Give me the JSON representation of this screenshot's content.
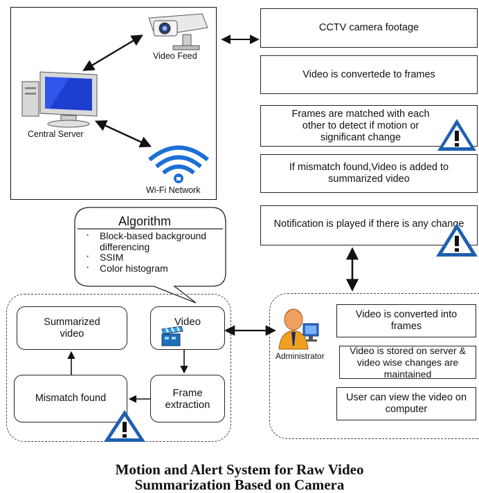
{
  "system": {
    "video_feed": "Video Feed",
    "central_server": "Central Server",
    "wifi_network": "Wi-Fi Network"
  },
  "steps": [
    "CCTV camera footage",
    "Video is convertede to frames",
    "Frames are matched with each other to detect if motion or significant change",
    "If mismatch found,Video is added to summarized video",
    "Notification is played if there is any change"
  ],
  "algorithm": {
    "title": "Algorithm",
    "items": [
      "Block-based background differencing",
      "SSIM",
      "Color histogram"
    ]
  },
  "process": {
    "summarized_video": "Summarized video",
    "video": "Video",
    "mismatch_found": "Mismatch found",
    "frame_extraction": "Frame extraction"
  },
  "admin": {
    "label": "Administrator",
    "boxes": [
      "Video is converted into frames",
      "Video is stored on server & video wise changes are maintained",
      "User can view the video on computer"
    ]
  },
  "footer": {
    "title_line1": "Motion and Alert System for Raw Video",
    "title_line2": "Summarization Based on Camera"
  },
  "colors": {
    "warning_blue": "#1f5fb0",
    "wifi_blue": "#1c6fd6",
    "monitor_blue": "#1d3fd0"
  }
}
